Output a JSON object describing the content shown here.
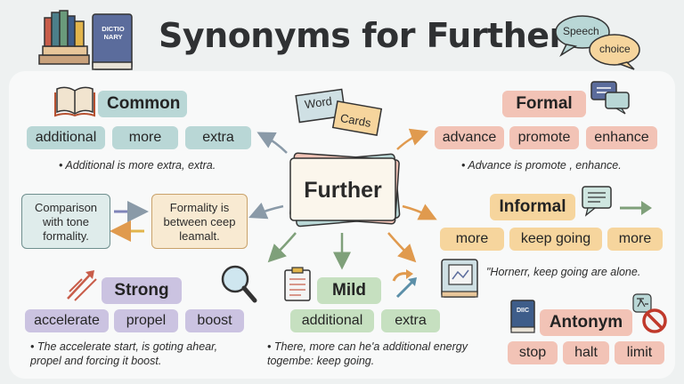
{
  "title": "Synonyms for Further",
  "book_label": "DICTIO NARY",
  "speech": {
    "top": "Speech",
    "bottom": "choice"
  },
  "center": {
    "word": "Further",
    "card_top": "Word",
    "card_bottom": "Cards"
  },
  "common": {
    "header": "Common",
    "chips": [
      "additional",
      "more",
      "extra"
    ],
    "note": "Additional is more extra, extra."
  },
  "formal": {
    "header": "Formal",
    "chips": [
      "advance",
      "promote",
      "enhance"
    ],
    "note": "Advance is promote , enhance."
  },
  "comparison": "Comparison with tone formality.",
  "formality": "Formality is between ceep leamalt.",
  "informal": {
    "header": "Informal",
    "chips": [
      "more",
      "keep going",
      "more"
    ],
    "note": "\"Hornerr, keep going are alone."
  },
  "strong": {
    "header": "Strong",
    "chips": [
      "accelerate",
      "propel",
      "boost"
    ],
    "note": "The accelerate start, is goting ahear, propel and forcing it boost."
  },
  "mild": {
    "header": "Mild",
    "chips": [
      "additional",
      "extra"
    ],
    "note": "There, more can he'a additional energy togembe: keep going."
  },
  "antonym": {
    "header": "Antonym",
    "chips": [
      "stop",
      "halt",
      "limit"
    ],
    "book_label": "DIIC"
  },
  "colors": {
    "teal": "#b9d7d6",
    "pink": "#f2c3b6",
    "orange": "#f6d59d",
    "purple": "#cbc3e1",
    "green": "#c6e0c0"
  }
}
